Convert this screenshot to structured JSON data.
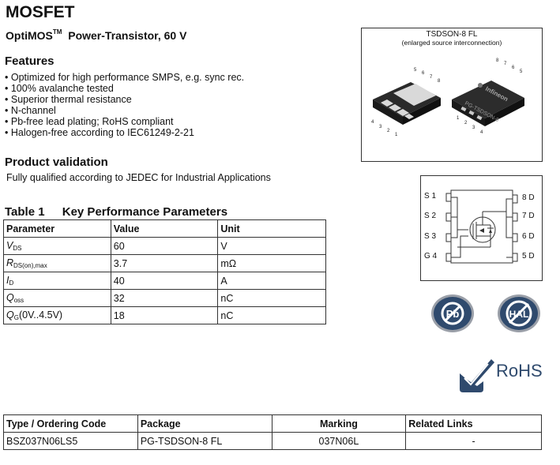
{
  "header": {
    "title": "MOSFET",
    "subtitle_main": "OptiMOS",
    "subtitle_tm": "TM",
    "subtitle_rest": "Power-Transistor, 60 V"
  },
  "features": {
    "heading": "Features",
    "items": [
      "Optimized for high performance SMPS, e.g. sync rec.",
      "100% avalanche tested",
      "Superior thermal resistance",
      "N-channel",
      "Pb-free lead plating; RoHS compliant",
      "Halogen-free according to IEC61249-2-21"
    ]
  },
  "validation": {
    "heading": "Product validation",
    "text": "Fully qualified according to JEDEC for Industrial Applications"
  },
  "table1": {
    "caption_num": "Table 1",
    "caption_title": "Key Performance Parameters",
    "headers": [
      "Parameter",
      "Value",
      "Unit"
    ],
    "rows": [
      {
        "sym": "V",
        "sub": "DS",
        "post": "",
        "value": "60",
        "unit": "V"
      },
      {
        "sym": "R",
        "sub": "DS(on),max",
        "post": "",
        "value": "3.7",
        "unit": "mΩ"
      },
      {
        "sym": "I",
        "sub": "D",
        "post": "",
        "value": "40",
        "unit": "A"
      },
      {
        "sym": "Q",
        "sub": "oss",
        "post": "",
        "value": "32",
        "unit": "nC"
      },
      {
        "sym": "Q",
        "sub": "G",
        "post": "(0V..4.5V)",
        "value": "18",
        "unit": "nC"
      }
    ]
  },
  "package_image": {
    "title": "TSDSON-8 FL",
    "subtitle": "(enlarged source interconnection)",
    "chip_marking": "PG-TSDSON-8",
    "brand": "Infineon",
    "left_pins": [
      "4",
      "3",
      "2",
      "1"
    ],
    "left_top_pins": [
      "5",
      "6",
      "7",
      "8"
    ],
    "right_top_pins": [
      "8",
      "7",
      "6",
      "5"
    ],
    "right_bottom_pins": [
      "1",
      "2",
      "3",
      "4"
    ]
  },
  "pinout": {
    "left": [
      "S 1",
      "S 2",
      "S 3",
      "G 4"
    ],
    "right": [
      "8 D",
      "7 D",
      "6 D",
      "5 D"
    ]
  },
  "badges": {
    "pb_label": "Pb",
    "hal_label": "HAL",
    "rohs_label": "RoHS",
    "badge_color": "#2f4a6d"
  },
  "ordering": {
    "headers": [
      "Type / Ordering Code",
      "Package",
      "Marking",
      "Related Links"
    ],
    "row": [
      "BSZ037N06LS5",
      "PG-TSDSON-8 FL",
      "037N06L",
      "-"
    ]
  }
}
